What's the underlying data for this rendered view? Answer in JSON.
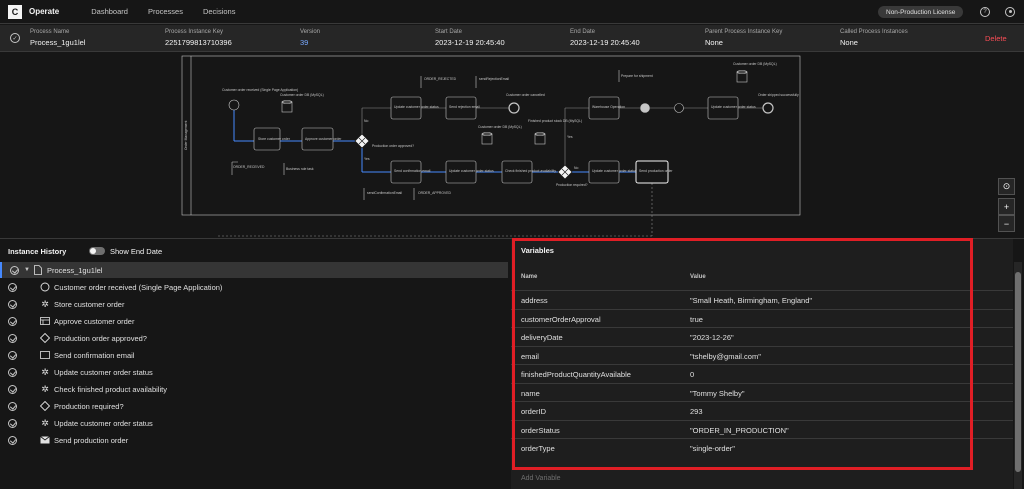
{
  "app": {
    "name": "Operate",
    "nav": [
      "Dashboard",
      "Processes",
      "Decisions"
    ],
    "license": "Non-Production License"
  },
  "header": {
    "fields": [
      {
        "label": "Process Name",
        "value": "Process_1gu1lel"
      },
      {
        "label": "Process Instance Key",
        "value": "2251799813710396"
      },
      {
        "label": "Version",
        "value": "39"
      },
      {
        "label": "Start Date",
        "value": "2023-12-19 20:45:40"
      },
      {
        "label": "End Date",
        "value": "2023-12-19 20:45:40"
      },
      {
        "label": "Parent Process Instance Key",
        "value": "None"
      },
      {
        "label": "Called Process Instances",
        "value": "None"
      }
    ],
    "delete_label": "Delete"
  },
  "diagram": {
    "pool_label": "Order Management",
    "tasks": {
      "store": "Store customer order",
      "approve": "Approve customer order",
      "update_top": "Update customer order status",
      "send_rejection": "Send rejection email",
      "warehouse": "Warehouse Operation",
      "update_right": "Update customer order status",
      "send_confirm": "Send confirmation email",
      "update_mid": "Update customer order status",
      "check_finished": "Check finished product availability",
      "update_bottom": "Update customer order status",
      "send_production": "Send production order"
    },
    "events": {
      "start": "Customer order received (Single Page Application)",
      "cancelled": "Customer order cancelled",
      "shipped": "Order shipped successfully"
    },
    "gateways": {
      "approved": "Production order approved?",
      "required": "Production required?"
    },
    "labels": {
      "db1": "Customer order DB (MySQL)",
      "db2": "Customer order DB (MySQL)",
      "db3": "Finished product stock DB (MySQL)",
      "db4": "Customer order DB (MySQL)",
      "order_received": "ORDER_RECEIVED",
      "business_rule": "Business rule task",
      "order_rejected": "ORDER_REJECTED",
      "send_rejection_email": "sendRejectionEmail",
      "send_confirmation_email": "sendConfirmationEmail",
      "order_approved": "ORDER_APPROVED",
      "prepare_shipment": "Prepare for shipment",
      "no1": "No",
      "yes1": "Yes",
      "no2": "No",
      "yes2": "Yes"
    }
  },
  "history": {
    "title": "Instance History",
    "toggle_label": "Show End Date",
    "root": "Process_1gu1lel",
    "items": [
      {
        "label": "Customer order received (Single Page Application)",
        "icon": "start-event-icon"
      },
      {
        "label": "Store customer order",
        "icon": "service-task-icon"
      },
      {
        "label": "Approve customer order",
        "icon": "business-rule-icon"
      },
      {
        "label": "Production order approved?",
        "icon": "gateway-icon"
      },
      {
        "label": "Send confirmation email",
        "icon": "send-task-icon"
      },
      {
        "label": "Update customer order status",
        "icon": "service-task-icon"
      },
      {
        "label": "Check finished product availability",
        "icon": "service-task-icon"
      },
      {
        "label": "Production required?",
        "icon": "gateway-icon"
      },
      {
        "label": "Update customer order status",
        "icon": "service-task-icon"
      },
      {
        "label": "Send production order",
        "icon": "send-task-icon"
      }
    ]
  },
  "variables": {
    "title": "Variables",
    "col_name": "Name",
    "col_value": "Value",
    "rows": [
      {
        "name": "address",
        "value": "\"Small Heath, Birmingham, England\""
      },
      {
        "name": "customerOrderApproval",
        "value": "true"
      },
      {
        "name": "deliveryDate",
        "value": "\"2023-12-26\""
      },
      {
        "name": "email",
        "value": "\"tshelby@gmail.com\""
      },
      {
        "name": "finishedProductQuantityAvailable",
        "value": "0"
      },
      {
        "name": "name",
        "value": "\"Tommy Shelby\""
      },
      {
        "name": "orderID",
        "value": "293"
      },
      {
        "name": "orderStatus",
        "value": "\"ORDER_IN_PRODUCTION\""
      },
      {
        "name": "orderType",
        "value": "\"single-order\""
      }
    ],
    "add_label": "Add Variable"
  },
  "colors": {
    "accent": "#4589ff",
    "danger": "#fa4d56",
    "highlight": "#e01e25"
  }
}
